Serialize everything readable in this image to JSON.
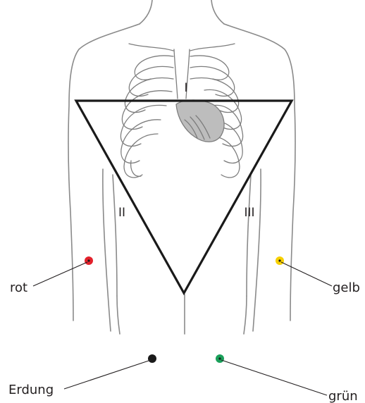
{
  "diagram": {
    "lead_labels": {
      "lead_1": "I",
      "lead_2": "II",
      "lead_3": "III"
    },
    "electrodes": [
      {
        "id": "red",
        "label": "rot",
        "color": "#e3212b"
      },
      {
        "id": "yellow",
        "label": "gelb",
        "color": "#f7d000"
      },
      {
        "id": "black",
        "label": "Erdung",
        "color": "#1a1a1a"
      },
      {
        "id": "green",
        "label": "grün",
        "color": "#1aa05a"
      }
    ],
    "colors": {
      "body_outline": "#8a8a8a",
      "heart_fill": "#bdbdbd",
      "triangle": "#1a1a1a"
    }
  }
}
